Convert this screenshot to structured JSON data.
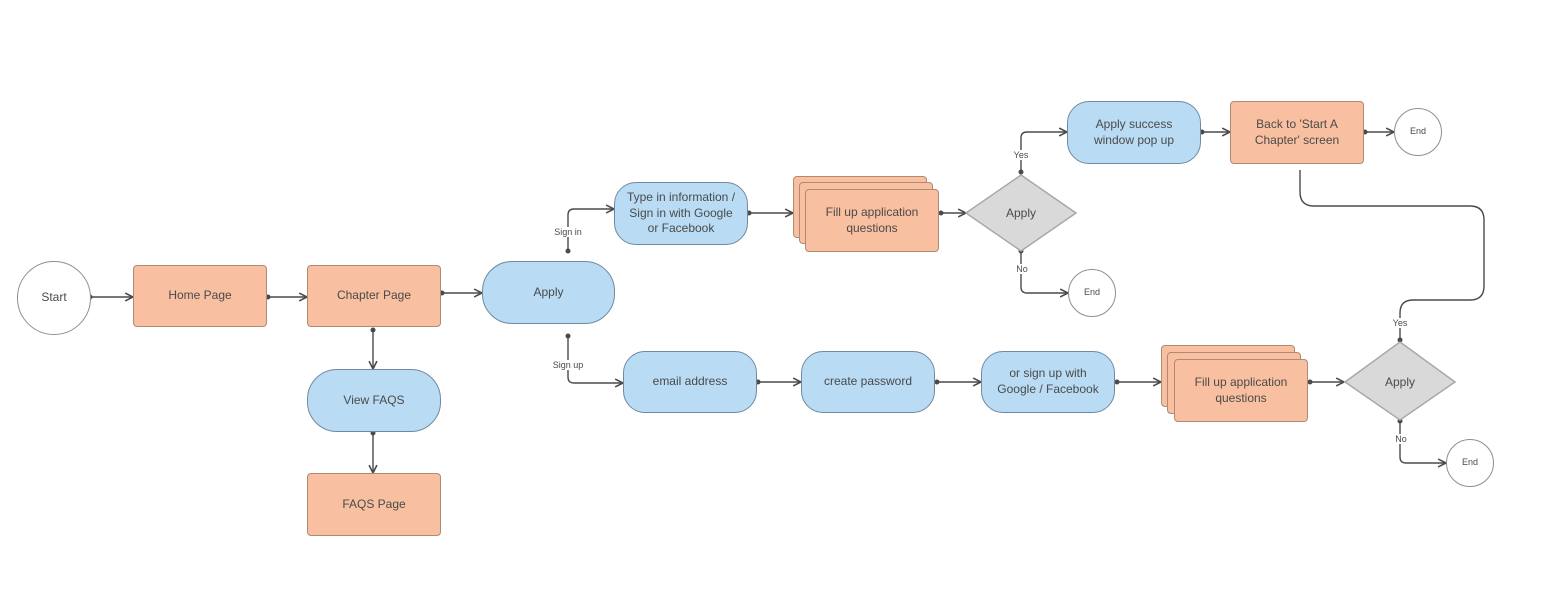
{
  "nodes": {
    "start": "Start",
    "home_page": "Home Page",
    "chapter_page": "Chapter Page",
    "view_faqs": "View FAQS",
    "faqs_page": "FAQS Page",
    "apply": "Apply",
    "sign_in_info": "Type in information /\nSign in with Google\nor Facebook",
    "fill_up_top": "Fill up application\nquestions",
    "apply_decision_top": "Apply",
    "end_top_no": "End",
    "apply_success": "Apply success\nwindow pop up",
    "back_to_start": "Back to 'Start A\nChapter' screen",
    "end_top_yes": "End",
    "email_address": "email address",
    "create_password": "create password",
    "sign_up_google": "or sign up with\nGoogle / Facebook",
    "fill_up_bottom": "Fill up application\nquestions",
    "apply_decision_bottom": "Apply",
    "end_bottom_no": "End"
  },
  "edge_labels": {
    "sign_in": "Sign in",
    "sign_up": "Sign up",
    "yes_top": "Yes",
    "no_top": "No",
    "yes_bottom": "Yes",
    "no_bottom": "No"
  },
  "colors": {
    "process_fill": "#f8c0a0",
    "rounded_fill": "#b9dcf4",
    "decision_fill": "#d9d9d9",
    "line": "#4a4a4a"
  }
}
